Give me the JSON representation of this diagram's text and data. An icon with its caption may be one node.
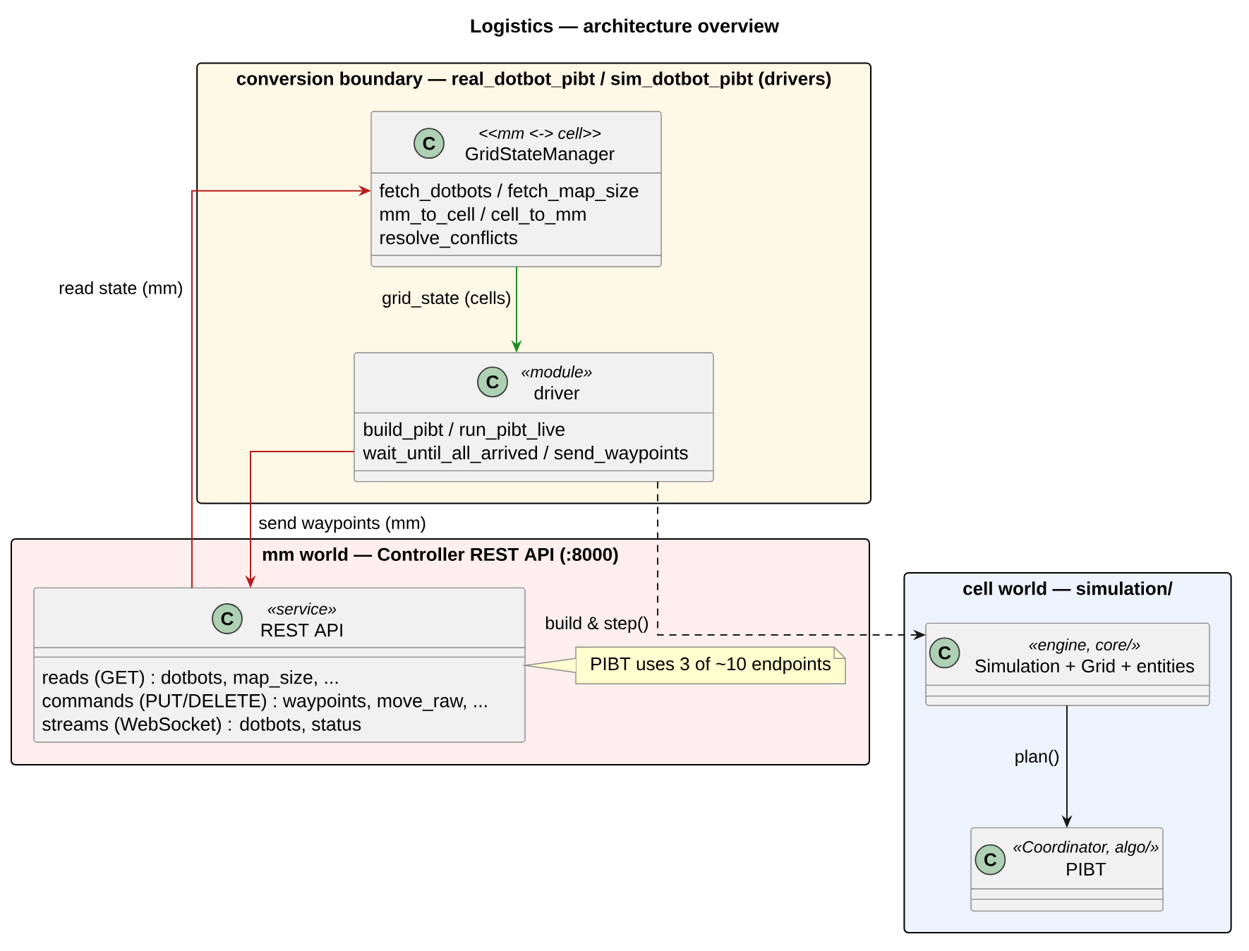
{
  "diagram": {
    "title": "Logistics — architecture overview",
    "nodes": [
      {
        "text": [
          "conversion boundary — real_dotbot_pibt / sim_dotbot_pibt (drivers)"
        ]
      },
      {
        "text": [
          "C",
          "<<mm <-> cell>>",
          "GridStateManager",
          "fetch_dotbots / fetch_map_size",
          "mm_to_cell / cell_to_mm",
          "resolve_conflicts"
        ],
        "in": 0
      },
      {
        "text": [
          "C",
          "«module»",
          "driver",
          "build_pibt / run_pibt_live",
          "wait_until_all_arrived / send_waypoints"
        ],
        "in": 0
      },
      {
        "text": [
          "mm world — Controller REST API (:8000)"
        ]
      },
      {
        "text": [
          "C",
          "«service»",
          "REST API",
          "reads (GET) : dotbots, map_size, ...",
          "commands (PUT/DELETE) : waypoints, move_raw, ...",
          "streams (WebSocket) : dotbots, status"
        ],
        "in": 3
      },
      {
        "text": [
          "PIBT uses 3 of ~10 endpoints"
        ],
        "in": 3
      },
      {
        "text": [
          "cell world — simulation/"
        ]
      },
      {
        "text": [
          "C",
          "«engine, core/»",
          "Simulation + Grid + entities"
        ],
        "in": 6
      },
      {
        "text": [
          "C",
          "«Coordinator, algo/»",
          "PIBT"
        ],
        "in": 6
      }
    ],
    "edges": [
      {
        "from": 1,
        "to": 2,
        "arrow": "to",
        "label": "grid_state (cells)",
        "color": "#228b22"
      },
      {
        "from": 4,
        "to": 1,
        "arrow": "to",
        "label": "read state (mm)",
        "color": "#b81c1c"
      },
      {
        "from": 2,
        "to": 4,
        "arrow": "to",
        "label": "send waypoints (mm)",
        "color": "#b81c1c"
      },
      {
        "from": 2,
        "to": 7,
        "arrow": "to",
        "label": "build & step()",
        "style": "dashed",
        "color": "#181818"
      },
      {
        "from": 7,
        "to": 8,
        "arrow": "to",
        "label": "plan()",
        "color": "#181818"
      },
      {
        "from": 5,
        "to": 4,
        "arrow": "none",
        "color": "#8c8c8c"
      }
    ]
  }
}
